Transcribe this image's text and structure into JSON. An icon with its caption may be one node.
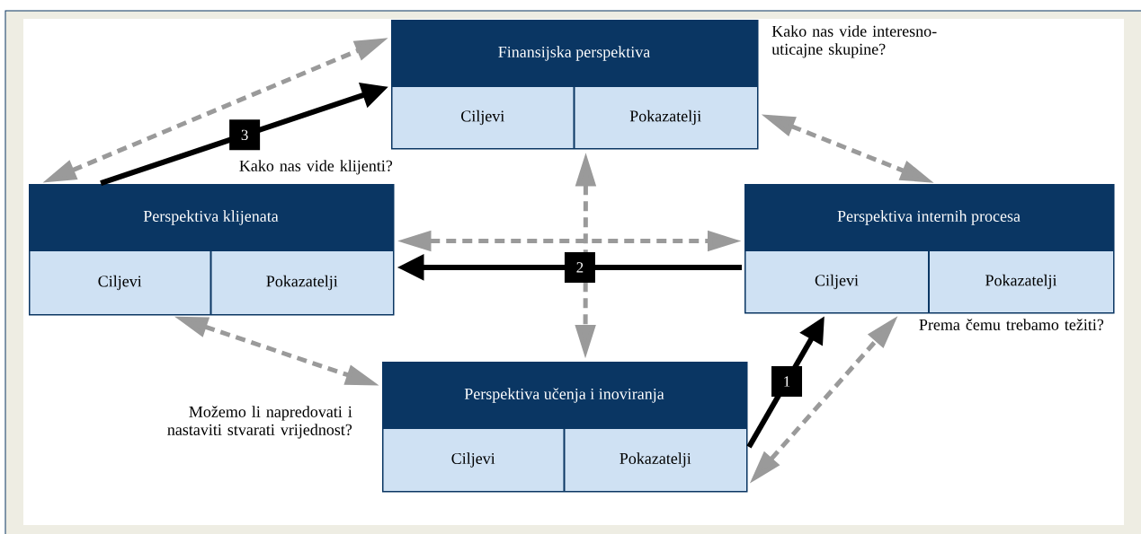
{
  "diagram": {
    "nodes": [
      {
        "text": [
          "Finansijska perspektiva",
          "Ciljevi",
          "Pokazatelji"
        ],
        "beside": [
          "Kako nas vide interesno-uticajne skupine?"
        ]
      },
      {
        "text": [
          "Perspektiva klijenata",
          "Ciljevi",
          "Pokazatelji"
        ],
        "beside": [
          "Kako nas vide klijenti?"
        ]
      },
      {
        "text": [
          "Perspektiva internih procesa",
          "Ciljevi",
          "Pokazatelji"
        ],
        "beside": [
          "Prema čemu trebamo težiti?"
        ]
      },
      {
        "text": [
          "Perspektiva učenja i inoviranja",
          "Ciljevi",
          "Pokazatelji"
        ],
        "beside": [
          "Možemo li napredovati i nastaviti stvarati vrijednost?"
        ]
      }
    ],
    "edges": [
      {
        "from": 1,
        "to": 0,
        "arrow": "to",
        "label": "3",
        "color": "#000000"
      },
      {
        "from": 1,
        "to": 0,
        "arrow": "both",
        "style": "dashed"
      },
      {
        "from": 0,
        "to": 2,
        "arrow": "both",
        "style": "dashed"
      },
      {
        "from": 0,
        "to": 3,
        "arrow": "both",
        "style": "dashed"
      },
      {
        "from": 1,
        "to": 2,
        "arrow": "both",
        "style": "dashed"
      },
      {
        "from": 2,
        "to": 1,
        "arrow": "to",
        "label": "2",
        "color": "#000000"
      },
      {
        "from": 1,
        "to": 3,
        "arrow": "both",
        "style": "dashed"
      },
      {
        "from": 3,
        "to": 2,
        "arrow": "to",
        "label": "1",
        "color": "#000000"
      },
      {
        "from": 3,
        "to": 2,
        "arrow": "both",
        "style": "dashed"
      }
    ]
  }
}
